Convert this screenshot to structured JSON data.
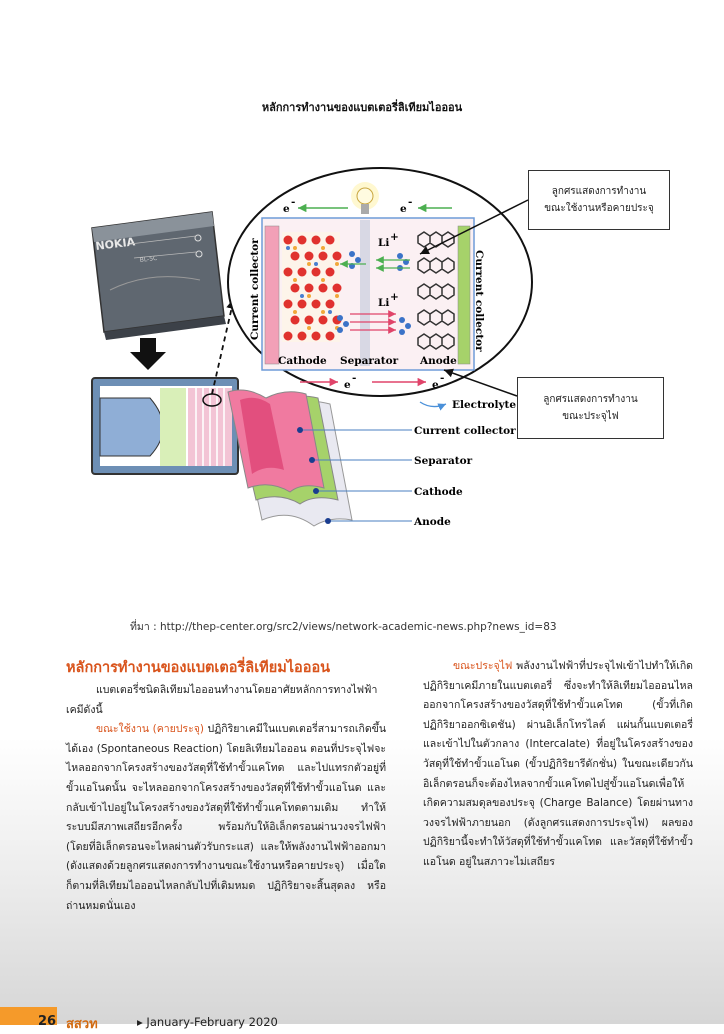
{
  "figure": {
    "title": "หลักการทำงานของแบตเตอรี่ลิเทียมไอออน",
    "source": "ที่มา : http://thep-center.org/src2/views/network-academic-news.php?news_id=83",
    "battery_brand": "NOKIA",
    "battery_model": "BL-5C",
    "labels": {
      "electron": "e",
      "electron_sup": "-",
      "li": "Li",
      "li_sup": "+",
      "cathode": "Cathode",
      "separator": "Separator",
      "anode": "Anode",
      "current_collector": "Current collector",
      "electrolyte": "Electrolyte",
      "side_current_collector": "Current collector",
      "right_current_collector": "Current collector",
      "layer_separator": "Separator",
      "layer_cathode": "Cathode",
      "layer_anode": "Anode"
    },
    "note_charge": [
      "ลูกศรแสดงการทำงาน",
      "ขณะใช้งานหรือคายประจุ"
    ],
    "note_discharge": [
      "ลูกศรแสดงการทำงาน",
      "ขณะประจุไฟ"
    ]
  },
  "article": {
    "heading": "หลักการทำงานของแบตเตอรี่ลิเทียมไอออน",
    "col1_intro": "แบตเตอรี่ชนิดลิเทียมไอออนทำงานโดยอาศัยหลักการทางไฟฟ้าเคมีดังนี้",
    "col1_lead": "ขณะใช้งาน (คายประจุ)",
    "col1_body": " ปฏิกิริยาเคมีในแบตเตอรี่สามารถเกิดขึ้นได้เอง (Spontaneous Reaction) โดยลิเทียมไอออน ตอนที่ประจุไฟจะไหลออกจากโครงสร้างของวัสดุที่ใช้ทำขั้วแคโทด และไปแทรกตัวอยู่ที่ขั้วแอโนดนั้น จะไหลออกจากโครงสร้างของวัสดุที่ใช้ทำขั้วแอโนด และกลับเข้าไปอยู่ในโครงสร้างของวัสดุที่ใช้ทำขั้วแคโทดตามเดิม ทำให้ระบบมีสภาพเสถียรอีกครั้ง พร้อมกับให้อิเล็กตรอนผ่านวงจรไฟฟ้า (โดยที่อิเล็กตรอนจะไหลผ่านตัวรับกระแส) และให้พลังงานไฟฟ้าออกมา (ดังแสดงด้วยลูกศรแสดงการทำงานขณะใช้งานหรือคายประจุ) เมื่อใดก็ตามที่ลิเทียมไอออนไหลกลับไปที่เดิมหมด ปฏิกิริยาจะสิ้นสุดลง หรือถ่านหมดนั่นเอง",
    "col2_lead": "ขณะประจุไฟ",
    "col2_body": " พลังงานไฟฟ้าที่ประจุไฟเข้าไปทำให้เกิดปฏิกิริยาเคมีภายในแบตเตอรี่ ซึ่งจะทำให้ลิเทียมไอออนไหลออกจากโครงสร้างของวัสดุที่ใช้ทำขั้วแคโทด (ขั้วที่เกิดปฏิกิริยาออกซิเดชัน) ผ่านอิเล็กโทรไลต์ แผ่นกั้นแบตเตอรี่และเข้าไปในตัวกลาง (Intercalate) ที่อยู่ในโครงสร้างของวัสดุที่ใช้ทำขั้วแอโนด (ขั้วปฏิกิริยารีดักชั่น) ในขณะเดียวกันอิเล็กตรอนก็จะต้องไหลจากขั้วแคโทดไปสู่ขั้วแอโนดเพื่อให้เกิดความสมดุลของประจุ (Charge Balance) โดยผ่านทางวงจรไฟฟ้าภายนอก (ดังลูกศรแสดงการประจุไฟ) ผลของปฏิกิริยานี้จะทำให้วัสดุที่ใช้ทำขั้วแคโทด และวัสดุที่ใช้ทำขั้วแอโนด อยู่ในสภาวะไม่เสถียร"
  },
  "footer": {
    "page": "26",
    "magazine": "สสวท",
    "issue": "▸ January-February 2020"
  },
  "colors": {
    "accent": "#d9541c",
    "page_tab": "#f59a2a",
    "cathode_pink": "#f07aa0",
    "anode_green": "#a6d26a",
    "separator_blue": "#8fb7e8"
  }
}
